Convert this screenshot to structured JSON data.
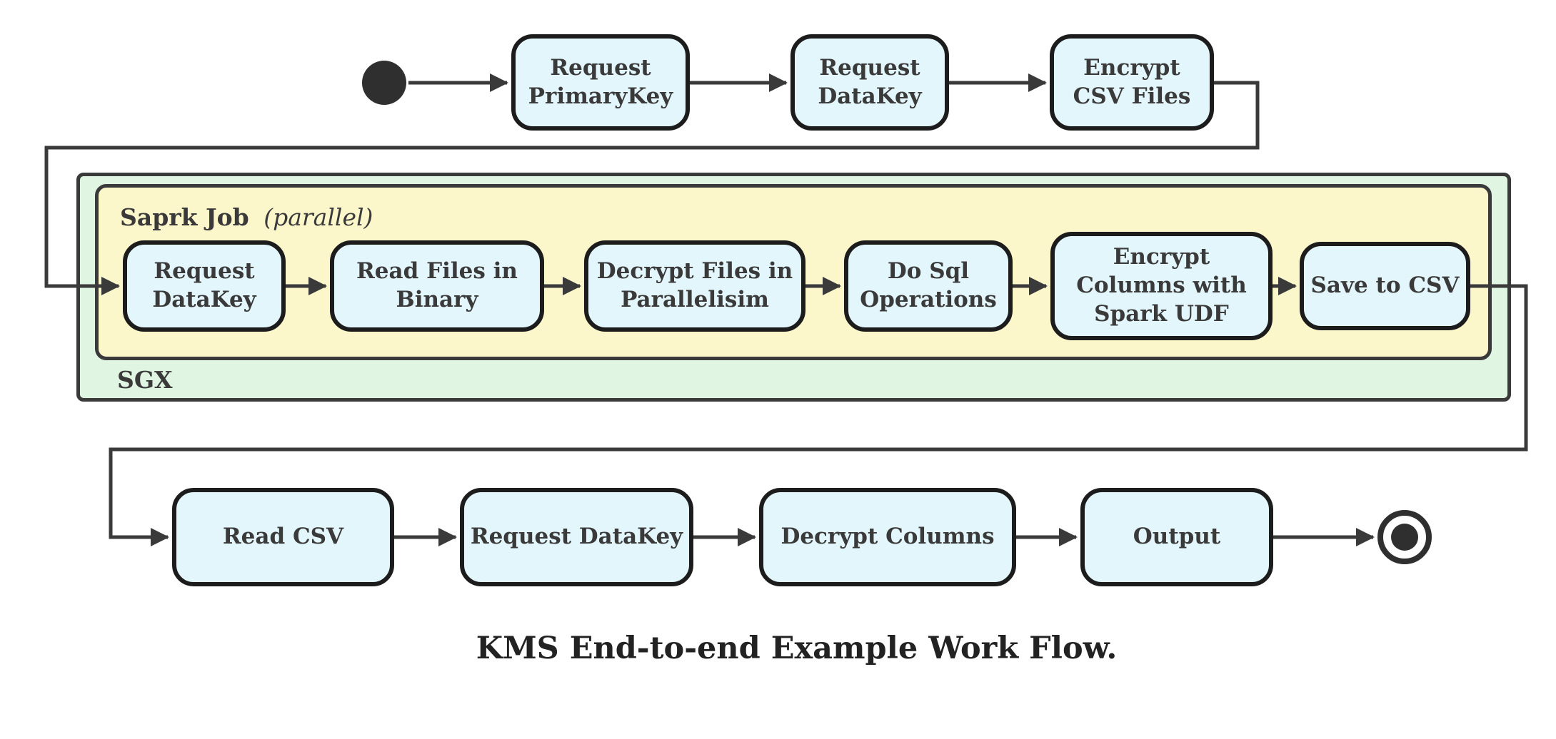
{
  "diagram": {
    "caption": "KMS End-to-end Example Work Flow.",
    "colors": {
      "node_fill": "#E3F6FB",
      "node_border": "#1C1C1C",
      "node_text": "#3A3A3A",
      "sgx_fill": "#E1F6E2",
      "spark_fill": "#FCF6CB",
      "container_border": "#3A3A3A",
      "connector": "#3A3A3A",
      "state_fill": "#2F2F2F",
      "caption_text": "#222222"
    },
    "top_row": {
      "nodes": [
        {
          "label": "Request\nPrimaryKey"
        },
        {
          "label": "Request\nDataKey"
        },
        {
          "label": "Encrypt\nCSV Files"
        }
      ]
    },
    "sgx": {
      "label": "SGX",
      "spark_job": {
        "title": "Saprk Job",
        "annotation": "(parallel)",
        "nodes": [
          {
            "label": "Request\nDataKey"
          },
          {
            "label": "Read Files in\nBinary"
          },
          {
            "label": "Decrypt Files in\nParallelisim"
          },
          {
            "label": "Do Sql\nOperations"
          },
          {
            "label": "Encrypt\nColumns with\nSpark UDF"
          },
          {
            "label": "Save to CSV"
          }
        ]
      }
    },
    "bottom_row": {
      "nodes": [
        {
          "label": "Read CSV"
        },
        {
          "label": "Request DataKey"
        },
        {
          "label": "Decrypt Columns"
        },
        {
          "label": "Output"
        }
      ]
    }
  }
}
